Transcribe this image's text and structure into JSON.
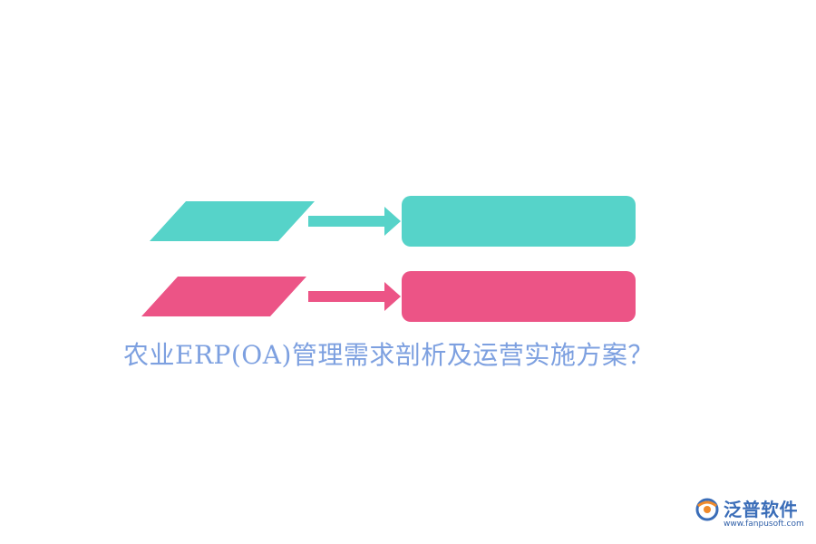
{
  "title": "农业ERP(OA)管理需求剖析及运营实施方案？",
  "colors": {
    "teal": "#56d3c9",
    "pink": "#ec5486",
    "title": "#7da0e0",
    "logo_blue": "#3a6db8",
    "logo_orange": "#f08a2a"
  },
  "logo": {
    "name": "泛普软件",
    "url": "www.fanpusoft.com"
  }
}
